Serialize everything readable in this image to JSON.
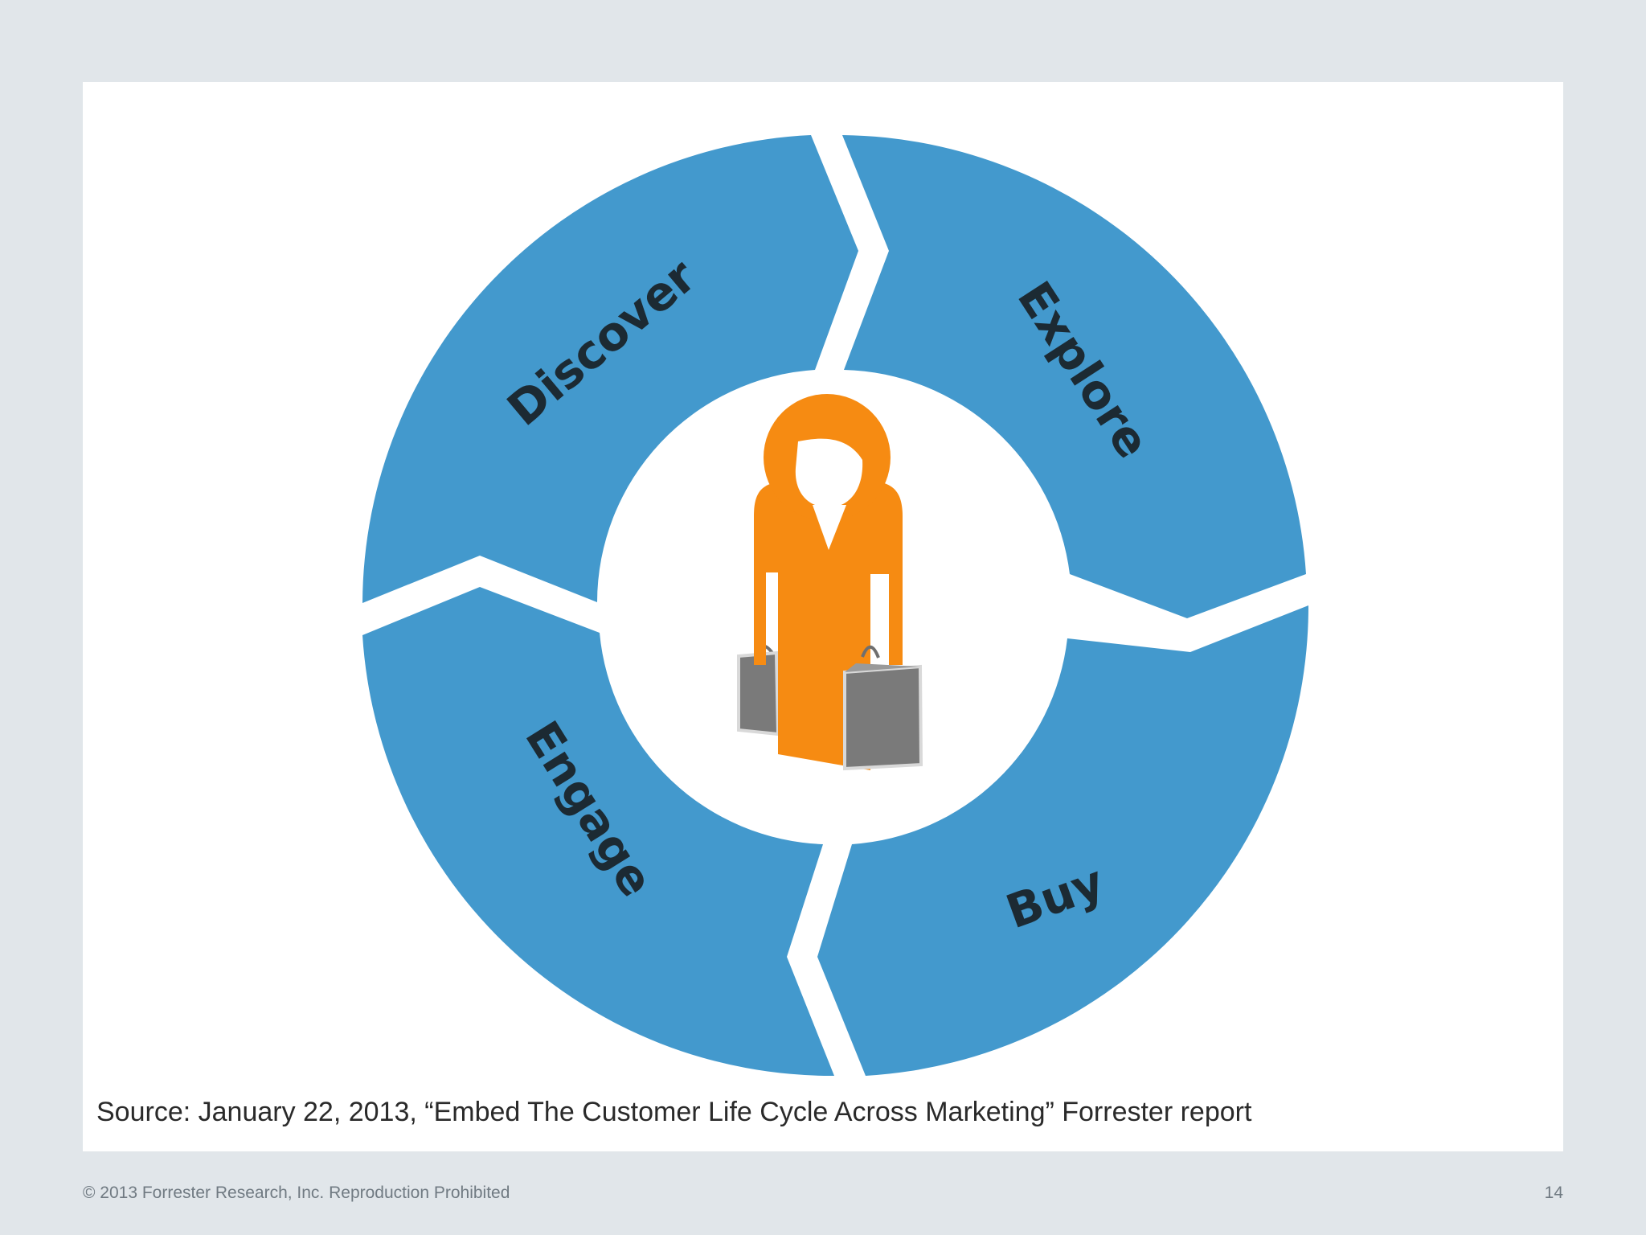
{
  "diagram": {
    "segments": [
      {
        "label": "Discover"
      },
      {
        "label": "Explore"
      },
      {
        "label": "Buy"
      },
      {
        "label": "Engage"
      }
    ],
    "ring_color": "#4399cd",
    "figure_color": "#f68b12",
    "bag_color": "#7a7a7a"
  },
  "source": "Source: January 22, 2013, “Embed The Customer Life Cycle Across Marketing” Forrester report",
  "footer": {
    "copyright": "© 2013 Forrester Research, Inc. Reproduction Prohibited",
    "page_number": "14"
  }
}
